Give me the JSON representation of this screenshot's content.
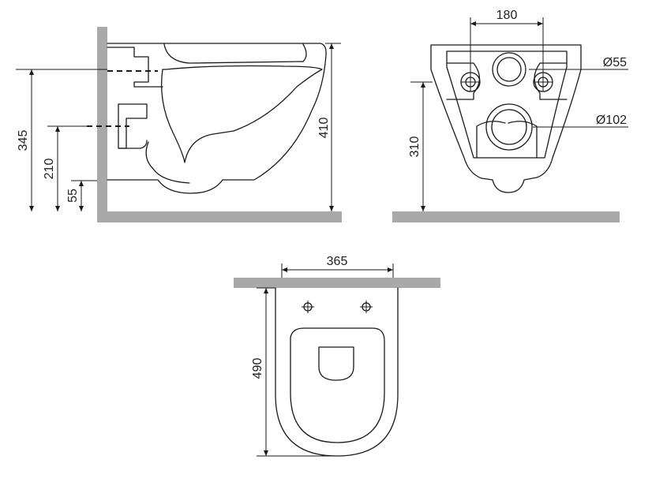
{
  "side_view": {
    "dimensions": {
      "overall_height": "410",
      "fixing_height": "345",
      "drain_height": "210",
      "base_height": "55"
    }
  },
  "back_view": {
    "dimensions": {
      "fixing_spacing": "180",
      "inlet_diameter": "Ø55",
      "outlet_diameter": "Ø102",
      "outlet_height": "310"
    }
  },
  "top_view": {
    "dimensions": {
      "width": "365",
      "depth": "490"
    }
  },
  "colors": {
    "wall": "#a9a9aa",
    "line": "#1a1a1a"
  }
}
